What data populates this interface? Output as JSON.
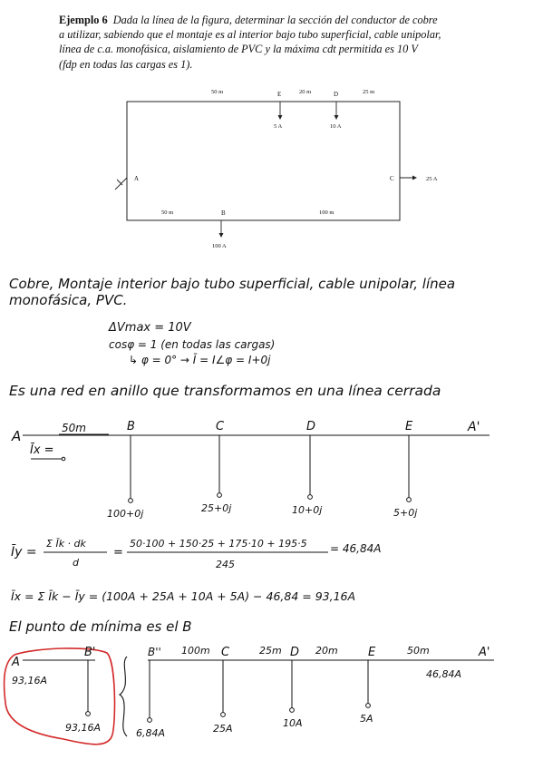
{
  "example": {
    "label": "Ejemplo 6",
    "lines": [
      "Dada la línea de la figura, determinar la sección del conductor de cobre",
      "a utilizar, sabiendo que el montaje es al interior bajo tubo superficial, cable unipolar,",
      "línea de c.a. monofásica, aislamiento de PVC y la máxima cdt permitida es 10 V",
      "(fdp en todas las cargas es 1)."
    ]
  },
  "figure": {
    "top_lengths": [
      "50 m",
      "20 m",
      "25 m"
    ],
    "bottom_lengths": [
      "50 m",
      "100 m"
    ],
    "nodes": [
      "A",
      "B",
      "C",
      "D",
      "E"
    ],
    "loads": {
      "E": "5 A",
      "D": "10 A",
      "C": "25 A",
      "B": "100 A"
    }
  },
  "notes": {
    "line1": "Cobre, Montaje interior bajo tubo superficial, cable unipolar, línea",
    "line2": "monofásica, PVC.",
    "dv": "ΔVmax = 10V",
    "cos": "cosφ = 1 (en todas las cargas)",
    "phi": "↳ φ = 0° → Ī = I∠φ = I+0j",
    "ring": "Es una red en anillo que transformamos en una línea cerrada"
  },
  "diagram1": {
    "A": "A",
    "A_prime": "A'",
    "Ix": "Īx =",
    "len": "50m",
    "nodes": [
      "B",
      "C",
      "D",
      "E"
    ],
    "loads": [
      "100+0j",
      "25+0j",
      "10+0j",
      "5+0j"
    ]
  },
  "equations": {
    "iy_lhs": "Īy =",
    "iy_num_frac": "Σ Īk · dk",
    "iy_den_frac": "d",
    "iy_num_val": "50·100 + 150·25 + 175·10 + 195·5",
    "iy_den_val": "245",
    "iy_result": "= 46,84A",
    "ix": "Īx = Σ Īk − Īy = (100A + 25A + 10A + 5A) − 46,84 = 93,16A"
  },
  "minimum_text": "El punto de mínima es el B",
  "diagram2": {
    "left": {
      "A": "A",
      "B_prime": "B'",
      "current": "93,16A",
      "load": "93,16A"
    },
    "right": {
      "B_dprime": "B''",
      "C": "C",
      "D": "D",
      "E": "E",
      "A_prime": "A'",
      "len_bc": "100m",
      "len_cd": "25m",
      "len_de": "20m",
      "len_ea": "50m",
      "current": "46,84A",
      "loads": [
        "6,84A",
        "25A",
        "10A",
        "5A"
      ]
    }
  },
  "colors": {
    "highlight_circle": "#d42a2a",
    "ink": "#111111"
  }
}
